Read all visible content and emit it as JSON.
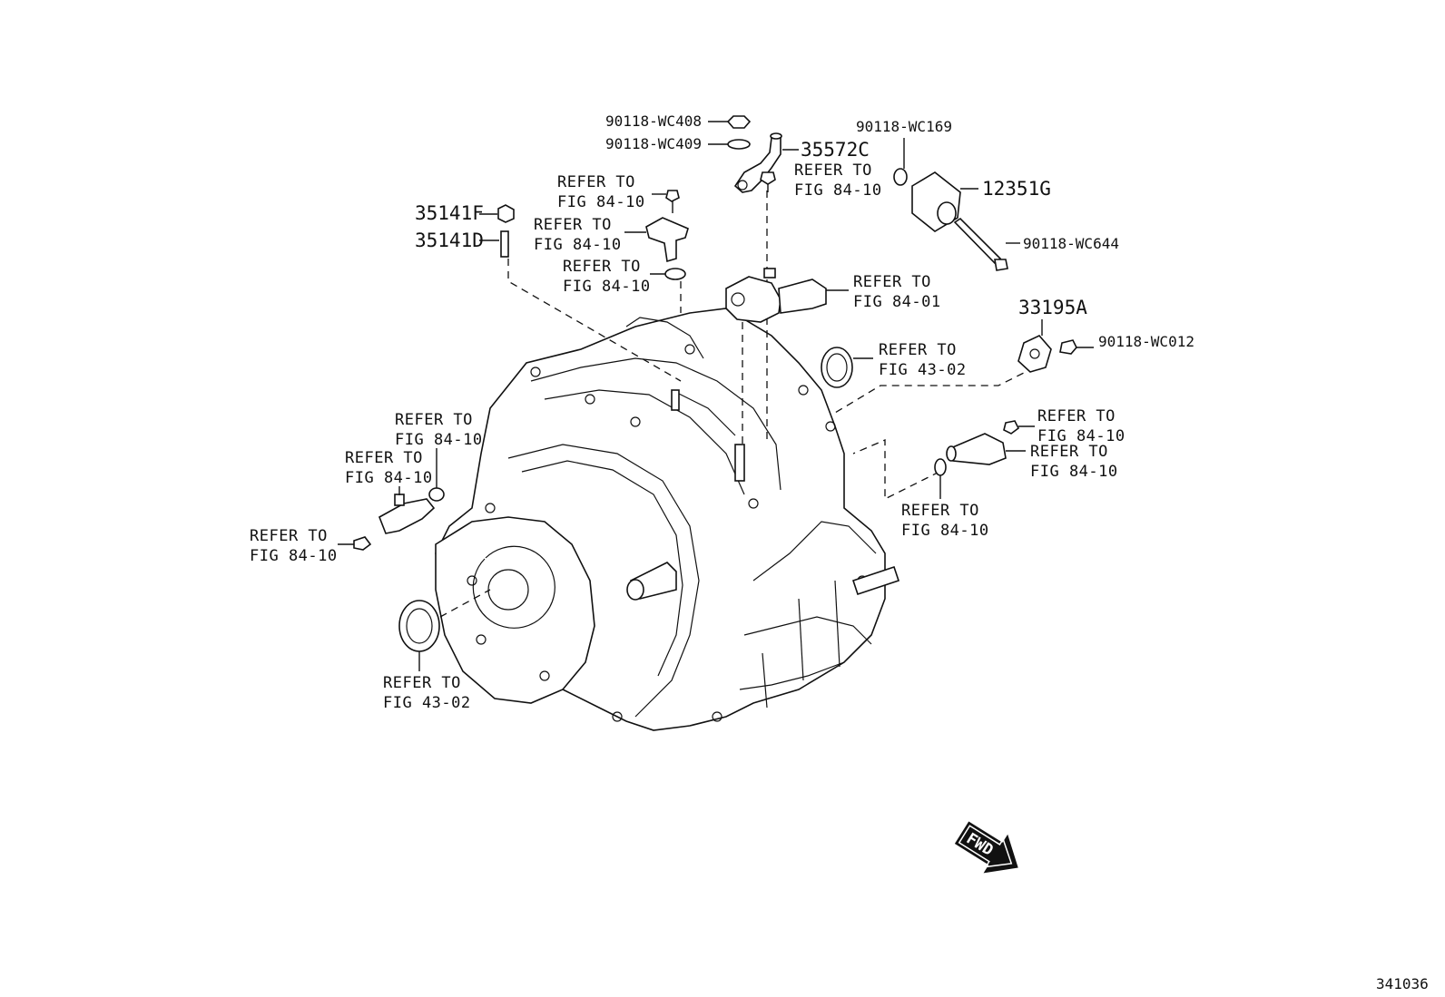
{
  "callouts": {
    "wc408": "90118-WC408",
    "wc409": "90118-WC409",
    "p35572c": "35572C",
    "refer_bolt_top_a": "REFER TO",
    "refer_bolt_top_b": "FIG 84-10",
    "wc169": "90118-WC169",
    "p12351g": "12351G",
    "wc644": "90118-WC644",
    "refer_bolt_left_a": "REFER TO",
    "refer_bolt_left_b": "FIG 84-10",
    "p35141f": "35141F",
    "p35141d": "35141D",
    "refer_sensor_a": "REFER TO",
    "refer_sensor_b": "FIG 84-10",
    "refer_oring_a": "REFER TO",
    "refer_oring_b": "FIG 84-10",
    "refer_switch_a": "REFER TO",
    "refer_switch_b": "FIG 84-01",
    "p33195a": "33195A",
    "wc012": "90118-WC012",
    "refer_seal_r_a": "REFER TO",
    "refer_seal_r_b": "FIG 43-02",
    "refer_right_bolt_a": "REFER TO",
    "refer_right_bolt_b": "FIG 84-10",
    "refer_right_sensor_a": "REFER TO",
    "refer_right_sensor_b": "FIG 84-10",
    "refer_right_oring_a": "REFER TO",
    "refer_right_oring_b": "FIG 84-10",
    "refer_left_oring_a": "REFER TO",
    "refer_left_oring_b": "FIG 84-10",
    "refer_left_sensor_a": "REFER TO",
    "refer_left_sensor_b": "FIG 84-10",
    "refer_left_bolt_a": "REFER TO",
    "refer_left_bolt_b": "FIG 84-10",
    "refer_seal_l_a": "REFER TO",
    "refer_seal_l_b": "FIG 43-02"
  },
  "fwd_label": "FWD",
  "figure_number": "341036"
}
